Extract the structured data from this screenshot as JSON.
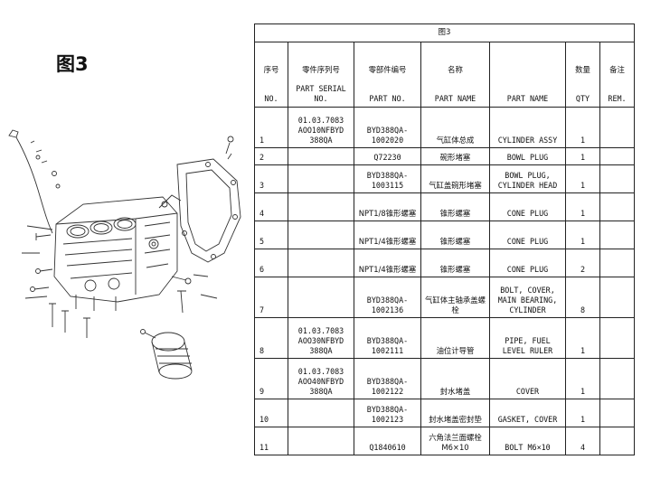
{
  "figure_label": "图3",
  "table": {
    "title": "图3",
    "header_cn": {
      "no": "序号",
      "serial": "零件序列号",
      "part_no": "零部件编号",
      "name_cn": "名称",
      "part_name_en": "",
      "qty": "数量",
      "rem": "备注"
    },
    "header_en": {
      "no": "NO.",
      "serial": "PART SERIAL NO.",
      "part_no": "PART NO.",
      "name_cn": "PART NAME",
      "part_name_en": "PART NAME",
      "qty": "QTY",
      "rem": "REM."
    },
    "rows": [
      {
        "no": "1",
        "serial": "01.03.7083 AOO10NFBYD 388QA",
        "part_no": "BYD388QA-1002020",
        "name_cn": "气缸体总成",
        "name_en": "CYLINDER ASSY",
        "qty": "1",
        "rem": ""
      },
      {
        "no": "2",
        "serial": "",
        "part_no": "Q72230",
        "name_cn": "碗形堵塞",
        "name_en": "BOWL PLUG",
        "qty": "1",
        "rem": ""
      },
      {
        "no": "3",
        "serial": "",
        "part_no": "BYD388QA-1003115",
        "name_cn": "气缸盖碗形堵塞",
        "name_en": "BOWL PLUG, CYLINDER HEAD",
        "qty": "1",
        "rem": ""
      },
      {
        "no": "4",
        "serial": "",
        "part_no": "NPT1/8锥形螺塞",
        "name_cn": "锥形螺塞",
        "name_en": "CONE PLUG",
        "qty": "1",
        "rem": ""
      },
      {
        "no": "5",
        "serial": "",
        "part_no": "NPT1/4锥形螺塞",
        "name_cn": "锥形螺塞",
        "name_en": "CONE PLUG",
        "qty": "1",
        "rem": ""
      },
      {
        "no": "6",
        "serial": "",
        "part_no": "NPT1/4锥形螺塞",
        "name_cn": "锥形螺塞",
        "name_en": "CONE PLUG",
        "qty": "2",
        "rem": ""
      },
      {
        "no": "7",
        "serial": "",
        "part_no": "BYD388QA-1002136",
        "name_cn": "气缸体主轴承盖螺栓",
        "name_en": "BOLT, COVER, MAIN BEARING, CYLINDER",
        "qty": "8",
        "rem": ""
      },
      {
        "no": "8",
        "serial": "01.03.7083 AOO30NFBYD 388QA",
        "part_no": "BYD388QA-1002111",
        "name_cn": "油位计导管",
        "name_en": "PIPE, FUEL LEVEL RULER",
        "qty": "1",
        "rem": ""
      },
      {
        "no": "9",
        "serial": "01.03.7083 AOO40NFBYD 388QA",
        "part_no": "BYD388QA-1002122",
        "name_cn": "封水堵盖",
        "name_en": "COVER",
        "qty": "1",
        "rem": ""
      },
      {
        "no": "10",
        "serial": "",
        "part_no": "BYD388QA-1002123",
        "name_cn": "封水堵盖密封垫",
        "name_en": "GASKET, COVER",
        "qty": "1",
        "rem": ""
      },
      {
        "no": "11",
        "serial": "",
        "part_no": "Q1840610",
        "name_cn": "六角法兰面螺栓M6×10",
        "name_en": "BOLT M6×10",
        "qty": "4",
        "rem": ""
      }
    ]
  }
}
